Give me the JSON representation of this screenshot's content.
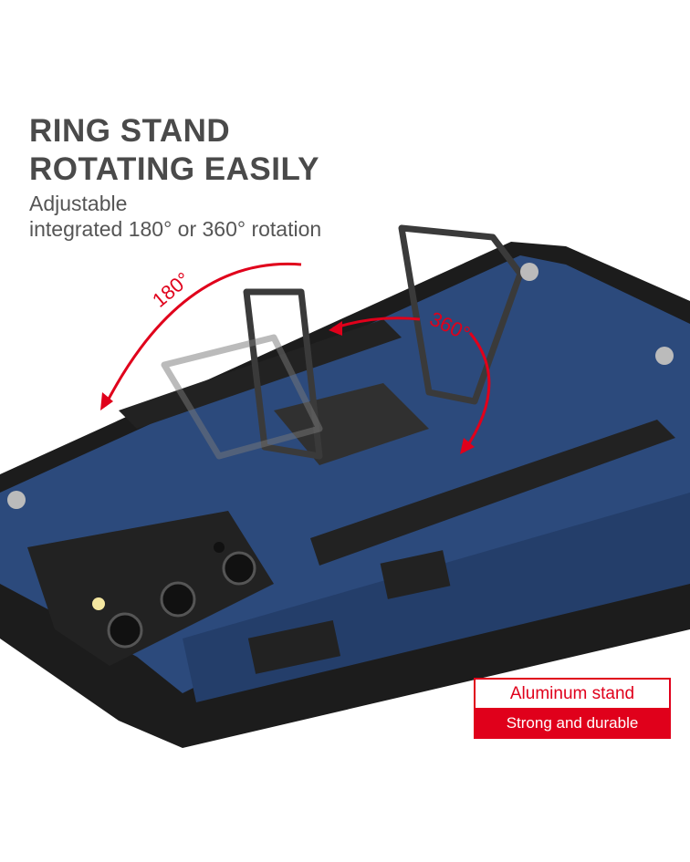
{
  "heading": {
    "line1": "RING STAND",
    "line2": "ROTATING EASILY"
  },
  "subheading": {
    "line1": "Adjustable",
    "line2": "integrated 180° or 360° rotation"
  },
  "angles": {
    "left": "180°",
    "right": "360°"
  },
  "badge": {
    "top": "Aluminum stand",
    "bottom": "Strong and durable"
  },
  "colors": {
    "accent": "#e0001b",
    "case": "#2c4a7c",
    "bumper": "#1c1c1c"
  }
}
